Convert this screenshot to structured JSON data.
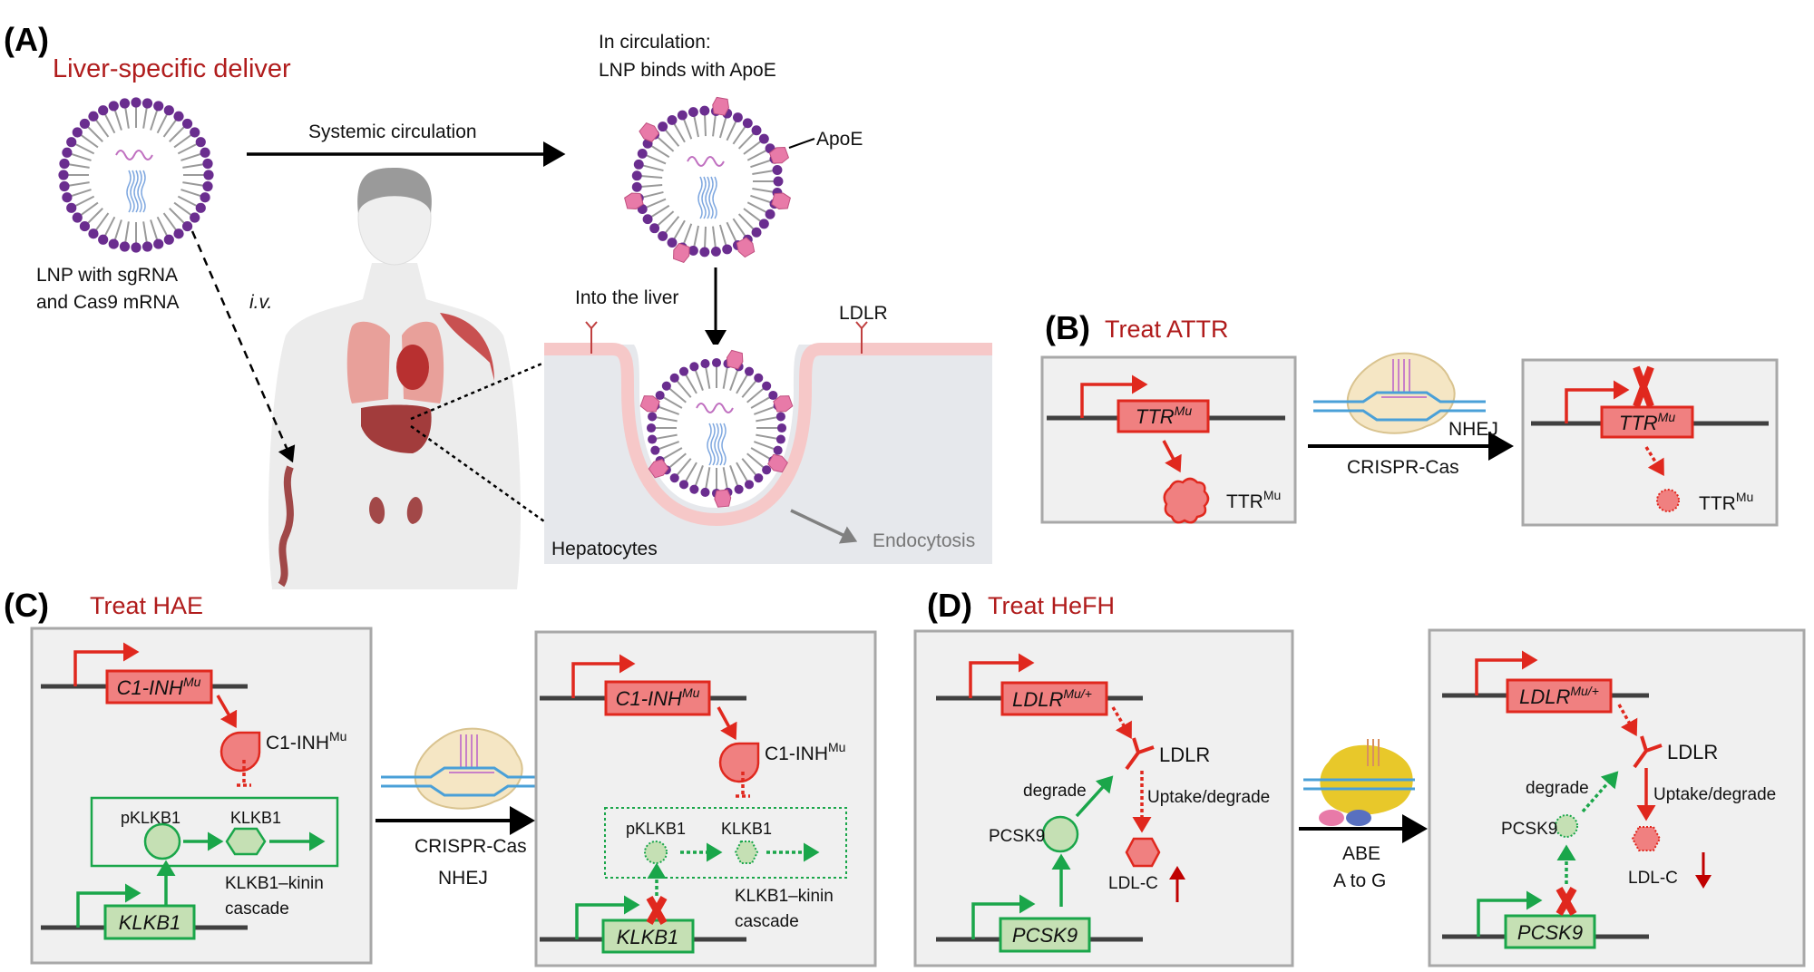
{
  "panel_a": {
    "label": "(A)",
    "title": "Liver-specific deliver",
    "lnp_caption": [
      "LNP with sgRNA",
      "and Cas9 mRNA"
    ],
    "route": "i.v.",
    "arrow_label": "Systemic circulation",
    "circulation_note": [
      "In circulation:",
      "LNP binds with ApoE"
    ],
    "apoe": "ApoE",
    "into_liver": "Into the liver",
    "ldlr": "LDLR",
    "hepatocytes": "Hepatocytes",
    "endocytosis": "Endocytosis"
  },
  "panel_b": {
    "label": "(B)",
    "title": "Treat ATTR",
    "gene": "TTR",
    "gene_sup": "Mu",
    "protein": "TTR",
    "protein_sup": "Mu",
    "method_top": "NHEJ",
    "method_bottom": "CRISPR-Cas"
  },
  "panel_c": {
    "label": "(C)",
    "title": "Treat HAE",
    "gene1": "C1-INH",
    "gene1_sup": "Mu",
    "protein1": "C1-INH",
    "protein1_sup": "Mu",
    "precursor": "pKLKB1",
    "active": "KLKB1",
    "cascade": [
      "KLKB1–kinin",
      "cascade"
    ],
    "gene2": "KLKB1",
    "method": [
      "CRISPR-Cas",
      "NHEJ"
    ]
  },
  "panel_d": {
    "label": "(D)",
    "title": "Treat HeFH",
    "gene1": "LDLR",
    "gene1_sup": "Mu/+",
    "receptor": "LDLR",
    "uptake": "Uptake/degrade",
    "ldlc": "LDL-C",
    "degrade": "degrade",
    "pcsk9": "PCSK9",
    "gene2": "PCSK9",
    "method": [
      "ABE",
      "A to G"
    ]
  },
  "colors": {
    "title_red": "#b01c1c",
    "mutant_red": "#e0281e",
    "mutant_fill": "#f08080",
    "normal_green": "#1aa64a",
    "normal_fill": "#c5e0b4",
    "lipid_purple": "#6a2d8f",
    "apoe_pink": "#e87aa8",
    "panel_gray": "#f0f0f0"
  }
}
